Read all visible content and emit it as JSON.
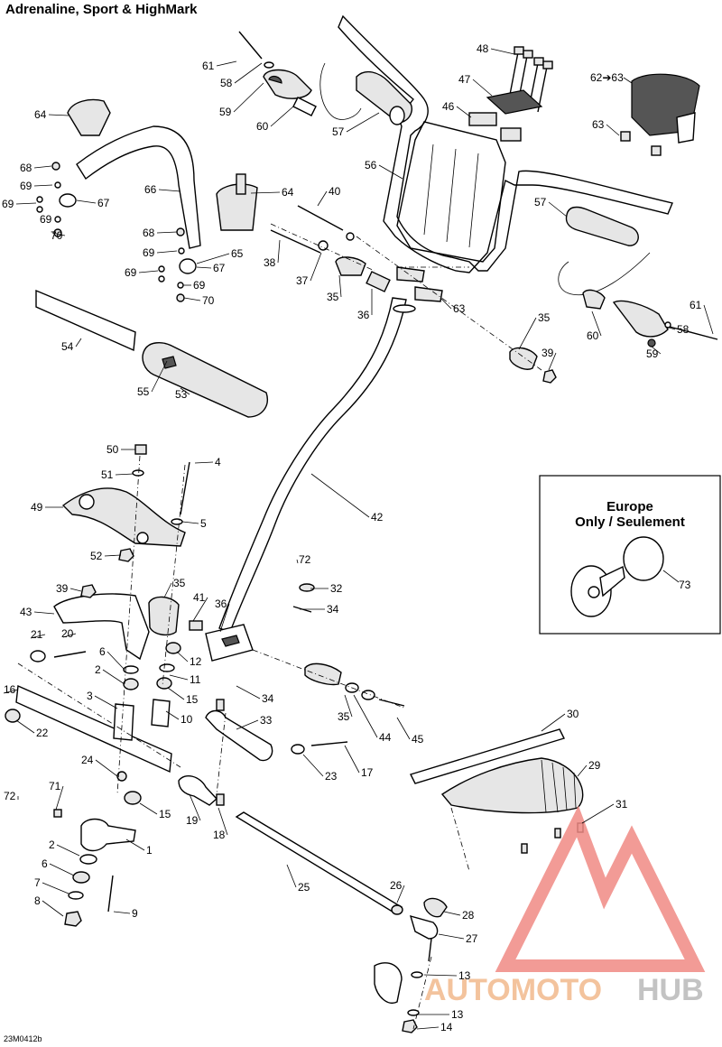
{
  "title": "Adrenaline, Sport & HighMark",
  "drawing_code": "23M0412b",
  "europe_box": {
    "line1": "Europe",
    "line2": "Only / Seulement",
    "part": "73"
  },
  "watermark": {
    "part1": "AUTOMOTO",
    "part2": "HUB"
  },
  "part_labels": [
    "1",
    "2",
    "3",
    "4",
    "5",
    "6",
    "7",
    "8",
    "9",
    "10",
    "11",
    "12",
    "13",
    "14",
    "15",
    "16",
    "17",
    "18",
    "19",
    "20",
    "21",
    "22",
    "23",
    "24",
    "25",
    "26",
    "27",
    "28",
    "29",
    "30",
    "31",
    "32",
    "33",
    "34",
    "35",
    "36",
    "37",
    "38",
    "39",
    "40",
    "41",
    "42",
    "43",
    "44",
    "45",
    "46",
    "47",
    "48",
    "49",
    "50",
    "51",
    "52",
    "53",
    "54",
    "55",
    "56",
    "57",
    "58",
    "59",
    "60",
    "61",
    "62",
    "63",
    "64",
    "65",
    "66",
    "67",
    "68",
    "69",
    "70",
    "71",
    "72",
    "73"
  ],
  "callouts": [
    {
      "text": "61"
    },
    {
      "text": "58"
    },
    {
      "text": "59"
    },
    {
      "text": "60"
    },
    {
      "text": "57"
    },
    {
      "text": "48"
    },
    {
      "text": "47"
    },
    {
      "text": "46"
    },
    {
      "text": "62➔63"
    },
    {
      "text": "63"
    },
    {
      "text": "64"
    },
    {
      "text": "68"
    },
    {
      "text": "69"
    },
    {
      "text": "69"
    },
    {
      "text": "67"
    },
    {
      "text": "69"
    },
    {
      "text": "70"
    },
    {
      "text": "66"
    },
    {
      "text": "64"
    },
    {
      "text": "40"
    },
    {
      "text": "56"
    },
    {
      "text": "57"
    },
    {
      "text": "68"
    },
    {
      "text": "69"
    },
    {
      "text": "65"
    },
    {
      "text": "67"
    },
    {
      "text": "69"
    },
    {
      "text": "69"
    },
    {
      "text": "70"
    },
    {
      "text": "38"
    },
    {
      "text": "37"
    },
    {
      "text": "35"
    },
    {
      "text": "36"
    },
    {
      "text": "63"
    },
    {
      "text": "61"
    },
    {
      "text": "60"
    },
    {
      "text": "58"
    },
    {
      "text": "59"
    },
    {
      "text": "54"
    },
    {
      "text": "35"
    },
    {
      "text": "39"
    },
    {
      "text": "55"
    },
    {
      "text": "53"
    },
    {
      "text": "50"
    },
    {
      "text": "4"
    },
    {
      "text": "51"
    },
    {
      "text": "49"
    },
    {
      "text": "5"
    },
    {
      "text": "52"
    },
    {
      "text": "42"
    },
    {
      "text": "72"
    },
    {
      "text": "32"
    },
    {
      "text": "39"
    },
    {
      "text": "35"
    },
    {
      "text": "34"
    },
    {
      "text": "41"
    },
    {
      "text": "43"
    },
    {
      "text": "36"
    },
    {
      "text": "21"
    },
    {
      "text": "20"
    },
    {
      "text": "6"
    },
    {
      "text": "12"
    },
    {
      "text": "2"
    },
    {
      "text": "11"
    },
    {
      "text": "16"
    },
    {
      "text": "3"
    },
    {
      "text": "15"
    },
    {
      "text": "34"
    },
    {
      "text": "10"
    },
    {
      "text": "22"
    },
    {
      "text": "33"
    },
    {
      "text": "35"
    },
    {
      "text": "44"
    },
    {
      "text": "45"
    },
    {
      "text": "30"
    },
    {
      "text": "24"
    },
    {
      "text": "23"
    },
    {
      "text": "17"
    },
    {
      "text": "29"
    },
    {
      "text": "72"
    },
    {
      "text": "71"
    },
    {
      "text": "15"
    },
    {
      "text": "19"
    },
    {
      "text": "18"
    },
    {
      "text": "31"
    },
    {
      "text": "2"
    },
    {
      "text": "1"
    },
    {
      "text": "6"
    },
    {
      "text": "25"
    },
    {
      "text": "7"
    },
    {
      "text": "26"
    },
    {
      "text": "8"
    },
    {
      "text": "9"
    },
    {
      "text": "28"
    },
    {
      "text": "27"
    },
    {
      "text": "13"
    },
    {
      "text": "13"
    },
    {
      "text": "14"
    }
  ]
}
